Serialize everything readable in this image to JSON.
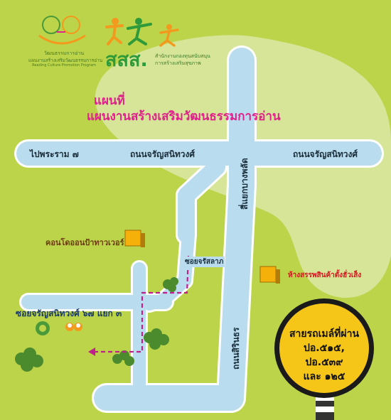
{
  "title": {
    "line1": "แผนที่",
    "line2": "แผนงานสร้างเสริมวัฒนธรรมการอ่าน"
  },
  "logos": {
    "reading_program": {
      "line1": "วัฒนธรรมการอ่าน",
      "line2": "แผนงานสร้างเสริมวัฒนธรรมการอ่าน",
      "line3": "Reading Culture Promotion Program"
    },
    "thaihealth": {
      "name": "สสส.",
      "sub1": "สำนักงานกองทุนสนับสนุน",
      "sub2": "การสร้างเสริมสุขภาพ"
    }
  },
  "roads": {
    "to_rama7": "ไปพระราม ๗",
    "charan_left": "ถนนจรัญสนิทวงศ์",
    "charan_right": "ถนนจรัญสนิทวงศ์",
    "bang_phlat": "สี่แยกบางพลัด",
    "soi_charan67": "ซอยจรัญสนิทวงศ์ ๖๗ แยก ๓",
    "soi_jarassalak": "ซอยจรัสลาภ",
    "sirinthorn": "ถนนสิรินธร"
  },
  "poi": {
    "condo": "คอนโดออนป้าทาวเวอร์",
    "mall": "ห้างสรรพสินค้าตั้งฮั่วเส็ง"
  },
  "bus_sign": {
    "line1": "สายรถเมล์ที่ผ่าน",
    "line2": "ปอ.๕๑๕,",
    "line3": "ปอ.๕๓๙",
    "line4": "และ ๑๒๕"
  },
  "colors": {
    "background": "#bcd44a",
    "blob": "#d6e598",
    "road": "#b9dcef",
    "road_edge": "#ffffff",
    "route": "#c0208c",
    "title": "#e0208c",
    "sign": "#f5c518"
  }
}
